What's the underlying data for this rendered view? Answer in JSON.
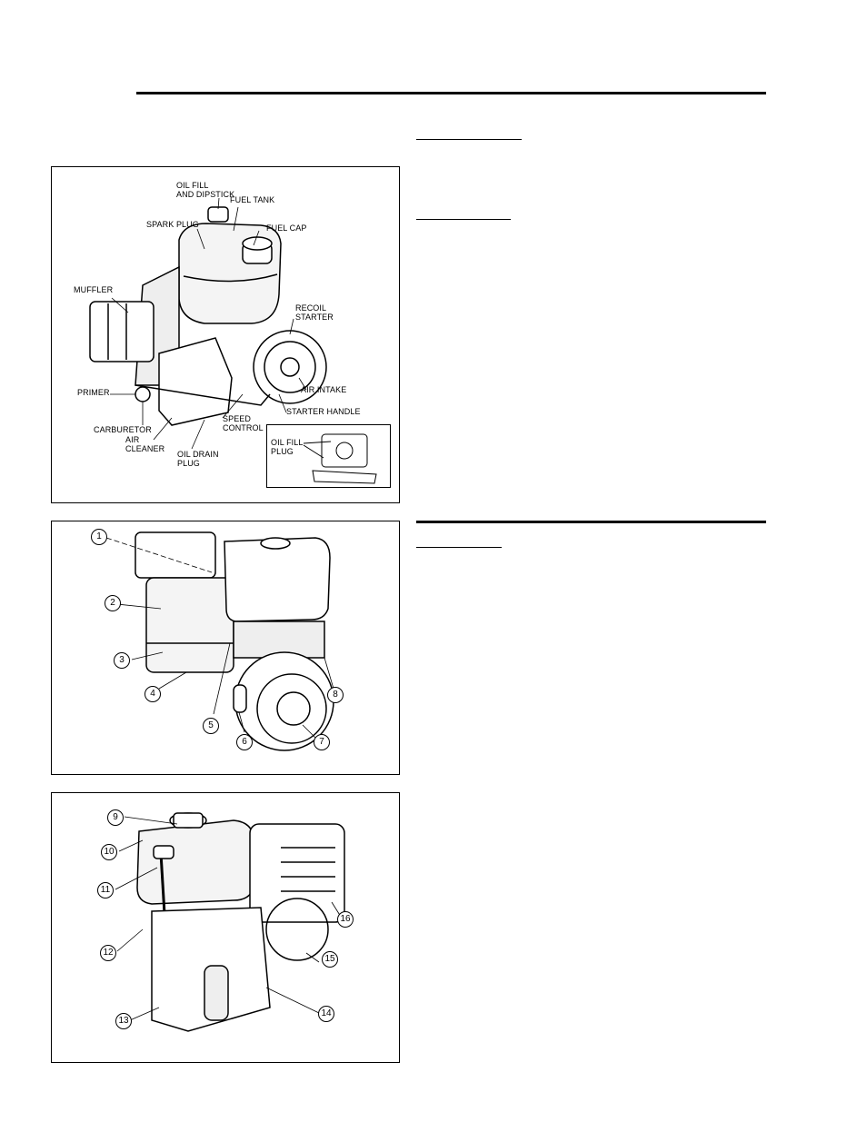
{
  "figure1": {
    "labels": {
      "oil_fill_dipstick_1": "OIL FILL",
      "oil_fill_dipstick_2": "AND DIPSTICK",
      "fuel_tank": "FUEL TANK",
      "spark_plug": "SPARK PLUG",
      "fuel_cap": "FUEL CAP",
      "muffler": "MUFFLER",
      "recoil_starter_1": "RECOIL",
      "recoil_starter_2": "STARTER",
      "air_intake": "AIR INTAKE",
      "primer": "PRIMER",
      "starter_handle": "STARTER HANDLE",
      "speed_control_1": "SPEED",
      "speed_control_2": "CONTROL",
      "carburetor": "CARBURETOR",
      "air_cleaner_1": "AIR",
      "air_cleaner_2": "CLEANER",
      "oil_drain_plug_1": "OIL DRAIN",
      "oil_drain_plug_2": "PLUG",
      "oil_fill_plug_1": "OIL FILL",
      "oil_fill_plug_2": "PLUG"
    }
  },
  "figure2": {
    "callouts": [
      "1",
      "2",
      "3",
      "4",
      "5",
      "6",
      "7",
      "8"
    ]
  },
  "figure3": {
    "callouts": [
      "9",
      "10",
      "11",
      "12",
      "13",
      "14",
      "15",
      "16"
    ]
  }
}
